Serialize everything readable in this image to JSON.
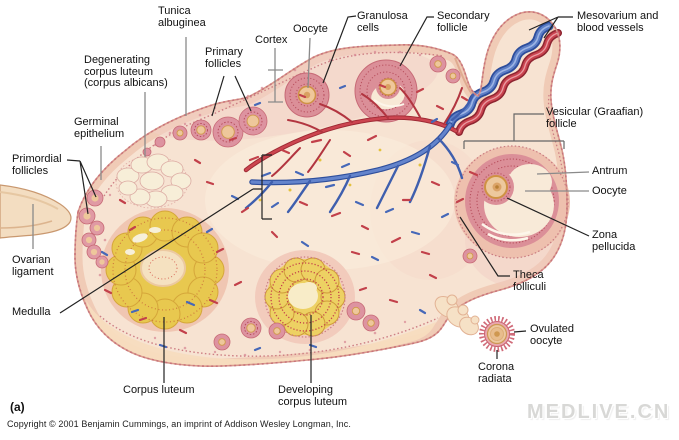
{
  "figure": {
    "panel_label": "(a)",
    "copyright": "Copyright © 2001 Benjamin Cummings, an imprint of Addison Wesley Longman, Inc.",
    "watermark": "MEDLIVE.CN"
  },
  "labels": {
    "tunica_albuginea": "Tunica\nalbuginea",
    "degenerating_corpus_luteum": "Degenerating\ncorpus luteum\n(corpus albicans)",
    "germinal_epithelium": "Germinal\nepithelium",
    "primordial_follicles": "Primordial\nfollicles",
    "primary_follicles": "Primary\nfollicles",
    "cortex": "Cortex",
    "oocyte_top": "Oocyte",
    "granulosa_cells": "Granulosa\ncells",
    "secondary_follicle": "Secondary\nfollicle",
    "mesovarium": "Mesovarium and\nblood vessels",
    "vesicular_follicle": "Vesicular (Graafian)\nfollicle",
    "antrum": "Antrum",
    "oocyte_right": "Oocyte",
    "zona_pellucida": "Zona\npellucida",
    "theca_folliculi": "Theca\nfolliculi",
    "ovarian_ligament": "Ovarian\nligament",
    "medulla": "Medulla",
    "corpus_luteum": "Corpus luteum",
    "developing_corpus_luteum": "Developing\ncorpus luteum",
    "ovulated_oocyte": "Ovulated\noocyte",
    "corona_radiata": "Corona\nradiata"
  },
  "colors": {
    "label_text": "#111111",
    "leader_dark": "#222222",
    "leader_gray": "#8a8a8a",
    "tissue_fill": "#f7e3d2",
    "vessel_blue": "#4b6cb8",
    "vessel_red": "#c2343c",
    "corpus_luteum_yellow": "#e8c84f",
    "watermark_gray": "#d8d8d6"
  }
}
